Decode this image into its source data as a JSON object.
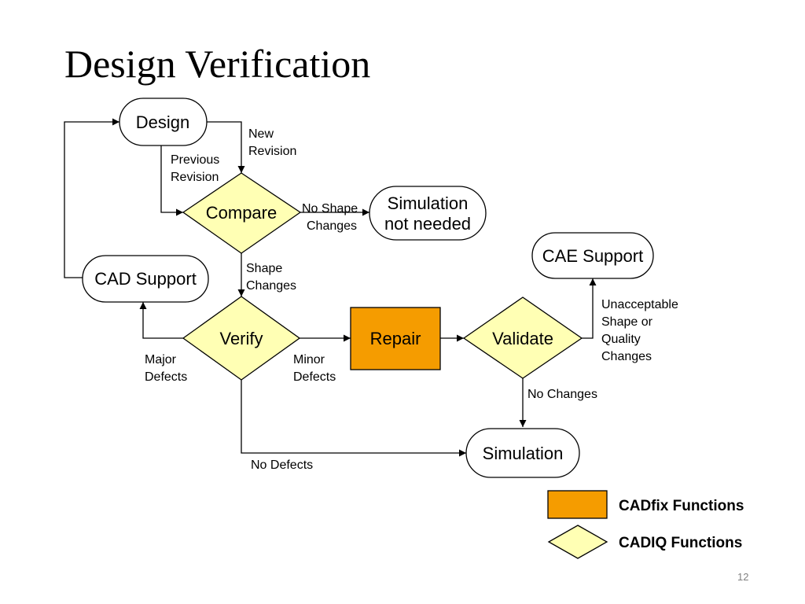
{
  "slide": {
    "title": "Design Verification",
    "page_number": "12"
  },
  "nodes": {
    "design": "Design",
    "compare": "Compare",
    "simulation_not_needed": [
      "Simulation",
      "not needed"
    ],
    "cad_support": "CAD Support",
    "cae_support": "CAE Support",
    "verify": "Verify",
    "repair": "Repair",
    "validate": "Validate",
    "simulation": "Simulation"
  },
  "edge_labels": {
    "new_revision": [
      "New",
      "Revision"
    ],
    "previous_revision": [
      "Previous",
      "Revision"
    ],
    "no_shape_changes": [
      "No Shape",
      "Changes"
    ],
    "shape_changes": [
      "Shape",
      "Changes"
    ],
    "major_defects": [
      "Major",
      "Defects"
    ],
    "minor_defects": [
      "Minor",
      "Defects"
    ],
    "unacceptable": [
      "Unacceptable",
      "Shape or",
      "Quality",
      "Changes"
    ],
    "no_changes": "No Changes",
    "no_defects": "No Defects"
  },
  "legend": {
    "cadfix": "CADfix Functions",
    "cadiq": "CADIQ Functions"
  },
  "colors": {
    "cadfix_orange": "#f59c00",
    "cadiq_yellow": "#ffffb4",
    "line": "#000000"
  }
}
